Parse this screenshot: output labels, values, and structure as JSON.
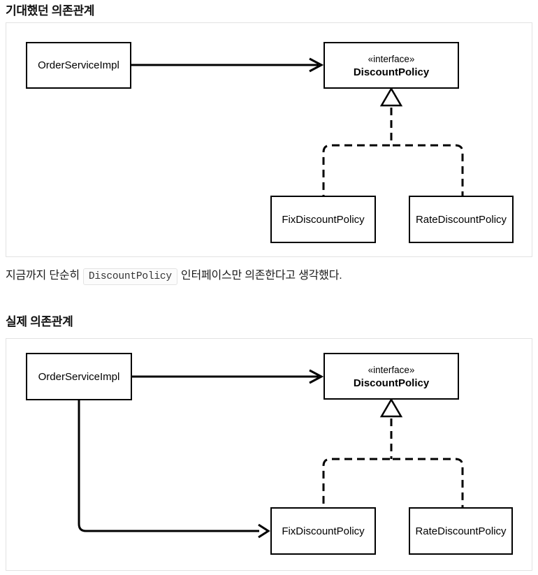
{
  "headings": {
    "expected": "기대했던 의존관계",
    "actual": "실제 의존관계"
  },
  "note": {
    "before": "지금까지 단순히",
    "code": "DiscountPolicy",
    "after": "인터페이스만 의존한다고 생각했다."
  },
  "diagram_expected": {
    "order_service": "OrderServiceImpl",
    "interface_stereotype": "«interface»",
    "interface_name": "DiscountPolicy",
    "fix_policy": "FixDiscountPolicy",
    "rate_policy": "RateDiscountPolicy",
    "relations": [
      "OrderServiceImpl --> DiscountPolicy (solid dependency arrow)",
      "FixDiscountPolicy ..|> DiscountPolicy (dashed realization)",
      "RateDiscountPolicy ..|> DiscountPolicy (dashed realization)"
    ]
  },
  "diagram_actual": {
    "order_service": "OrderServiceImpl",
    "interface_stereotype": "«interface»",
    "interface_name": "DiscountPolicy",
    "fix_policy": "FixDiscountPolicy",
    "rate_policy": "RateDiscountPolicy",
    "relations": [
      "OrderServiceImpl --> DiscountPolicy (solid dependency arrow)",
      "OrderServiceImpl --> FixDiscountPolicy (solid dependency arrow, L-shaped)",
      "FixDiscountPolicy ..|> DiscountPolicy (dashed realization)",
      "RateDiscountPolicy ..|> DiscountPolicy (dashed realization)"
    ]
  },
  "colors": {
    "line": "#000000",
    "node_border": "#000000",
    "node_fill": "#ffffff",
    "container_border": "#e2e2e2",
    "code_border": "#e3e3e3",
    "code_background": "#fcfcfc",
    "code_text": "#333333"
  }
}
